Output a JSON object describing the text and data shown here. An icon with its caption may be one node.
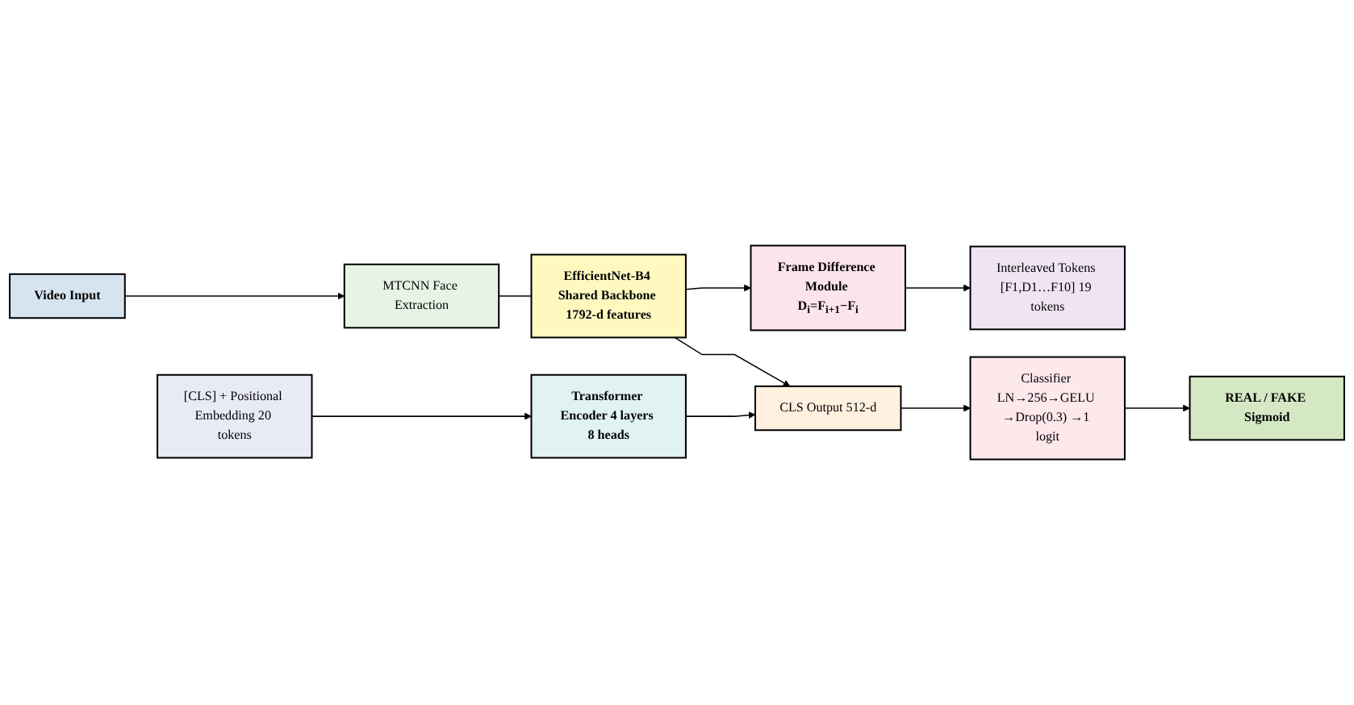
{
  "diagram": {
    "nodes": [
      {
        "text": [
          "Video Input"
        ]
      },
      {
        "text": [
          "MTCNN Face Extraction"
        ]
      },
      {
        "text": [
          "EfficientNet-B4 Shared Backbone 1792-d features"
        ]
      },
      {
        "text": [
          "Frame Difference Module D$_{i}$=F$_{i+1}$−F$_{i}$"
        ]
      },
      {
        "text": [
          "Interleaved Tokens [F1,D1…F10] 19 tokens"
        ]
      },
      {
        "text": [
          "[CLS] + Positional Embedding 20 tokens"
        ]
      },
      {
        "text": [
          "Transformer Encoder 4 layers 8 heads"
        ]
      },
      {
        "text": [
          "CLS Output 512-d"
        ]
      },
      {
        "text": [
          "Classifier LN→256→GELU →Drop(0.3) →1 logit"
        ]
      },
      {
        "text": [
          "REAL / FAKE Sigmoid"
        ]
      }
    ],
    "edges": [
      {
        "from": 0,
        "to": 1,
        "arrow": "to"
      },
      {
        "from": 1,
        "to": 2,
        "arrow": "none"
      },
      {
        "from": 2,
        "to": 3,
        "arrow": "to"
      },
      {
        "from": 3,
        "to": 4,
        "arrow": "to"
      },
      {
        "from": 2,
        "to": 7,
        "arrow": "to"
      },
      {
        "from": 5,
        "to": 6,
        "arrow": "to"
      },
      {
        "from": 6,
        "to": 7,
        "arrow": "to"
      },
      {
        "from": 7,
        "to": 8,
        "arrow": "to"
      },
      {
        "from": 8,
        "to": 9,
        "arrow": "to"
      }
    ]
  }
}
